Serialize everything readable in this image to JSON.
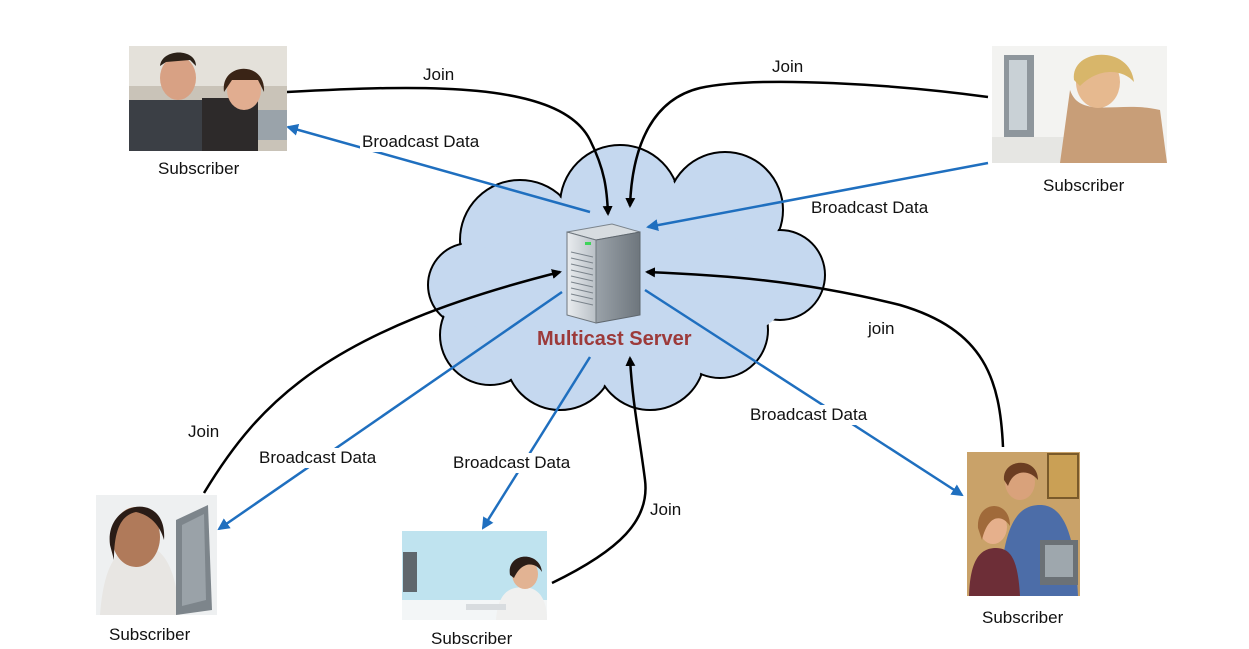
{
  "server": {
    "label": "Multicast Server"
  },
  "labels": {
    "join_top_left": "Join",
    "join_top_right": "Join",
    "join_right": "join",
    "join_bottom_left": "Join",
    "join_bottom_center": "Join",
    "bcast_top_left": "Broadcast Data",
    "bcast_top_right": "Broadcast Data",
    "bcast_bottom_left": "Broadcast Data",
    "bcast_bottom_center": "Broadcast Data",
    "bcast_bottom_right": "Broadcast Data"
  },
  "subscribers": [
    {
      "id": "top-left",
      "label": "Subscriber"
    },
    {
      "id": "top-right",
      "label": "Subscriber"
    },
    {
      "id": "bottom-left",
      "label": "Subscriber"
    },
    {
      "id": "bottom-center",
      "label": "Subscriber"
    },
    {
      "id": "bottom-right",
      "label": "Subscriber"
    }
  ],
  "colors": {
    "join_arrow": "#000000",
    "broadcast_arrow": "#1f6fbf",
    "cloud_fill": "#c5d8ef",
    "server_label": "#9c3a3a"
  }
}
